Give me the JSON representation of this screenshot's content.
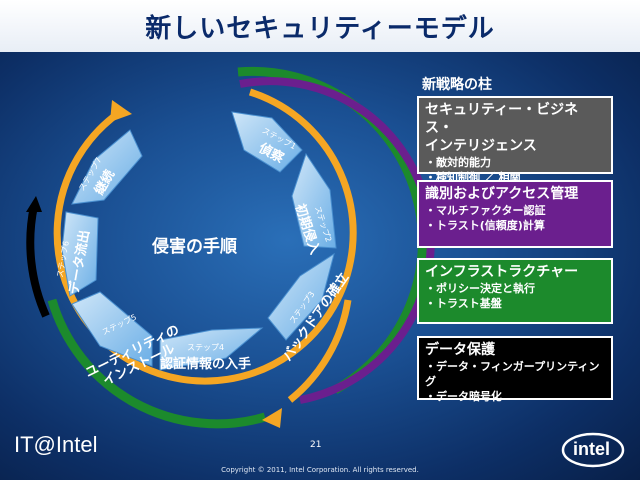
{
  "title": "新しいセキュリティーモデル",
  "center_label": "侵害の手順",
  "steps": [
    {
      "num": "ステップ1",
      "label": "偵察"
    },
    {
      "num": "ステップ2",
      "label": "初期侵入"
    },
    {
      "num": "ステップ3",
      "label": "バックドアの確立"
    },
    {
      "num": "ステップ4",
      "label": "認証情報の入手"
    },
    {
      "num": "ステップ5",
      "label": "ユーティリティの\nインストール"
    },
    {
      "num": "ステップ6",
      "label": "データ流出"
    },
    {
      "num": "ステップ7",
      "label": "継続"
    }
  ],
  "pillars_heading": "新戦略の柱",
  "pillars": [
    {
      "title": "セキュリティー・ビジネス・\nインテリジェンス",
      "items": [
        "・敵対的能力",
        "・検知制御 ／ 相関"
      ],
      "color": "#5a5a5a"
    },
    {
      "title": "識別およびアクセス管理",
      "items": [
        "・マルチファクター認証",
        "・トラスト(信頼度)計算"
      ],
      "color": "#6b1f8e"
    },
    {
      "title": "インフラストラクチャー",
      "items": [
        "・ポリシー決定と執行",
        "・トラスト基盤"
      ],
      "color": "#1c8a2c"
    },
    {
      "title": "データ保護",
      "items": [
        "・データ・フィンガープリンティング",
        "・データ暗号化"
      ],
      "color": "#000000"
    }
  ],
  "colors": {
    "orange": "#f5a623",
    "purple": "#6b1f8e",
    "green": "#1c8a2c",
    "black": "#000000",
    "arrow": "#8cc4ee"
  },
  "footer": {
    "brand": "IT@Intel",
    "page": "21",
    "copyright": "Copyright © 2011, Intel Corporation. All rights reserved.",
    "logo_text": "intel"
  }
}
